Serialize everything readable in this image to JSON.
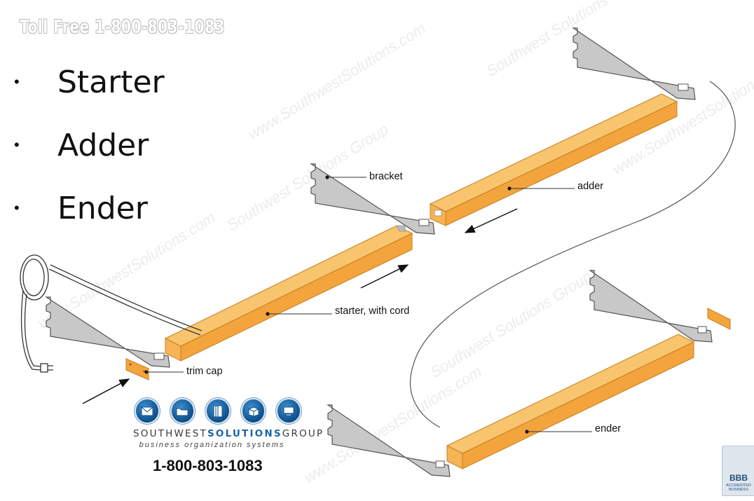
{
  "watermark_phone": "Toll Free 1-800-803-1083",
  "watermark_site": "www.SouthwestSolutions.com",
  "watermark_group": "Southwest Solutions Group",
  "bullets": [
    "Starter",
    "Adder",
    "Ender"
  ],
  "callouts": {
    "bracket": "bracket",
    "adder": "adder",
    "starter": "starter, with cord",
    "trim_cap": "trim cap",
    "ender": "ender"
  },
  "brand": {
    "name_left": "SOUTHWEST",
    "name_mid": "SOLUTIONS",
    "name_right": "GROUP",
    "tagline": "business organization systems",
    "phone": "1-800-803-1083",
    "icons": [
      "envelope-icon",
      "folder-icon",
      "binder-icon",
      "box-icon",
      "computer-icon"
    ]
  },
  "bbb": {
    "label": "BBB",
    "sub": "ACCREDITED BUSINESS"
  },
  "colors": {
    "bar_top": "#f9c46e",
    "bar_front": "#f3a43c",
    "bar_end": "#f7b455",
    "bracket_fill": "#c8c8c8",
    "bracket_stroke": "#555555",
    "brand_blue": "#1a66a8"
  }
}
